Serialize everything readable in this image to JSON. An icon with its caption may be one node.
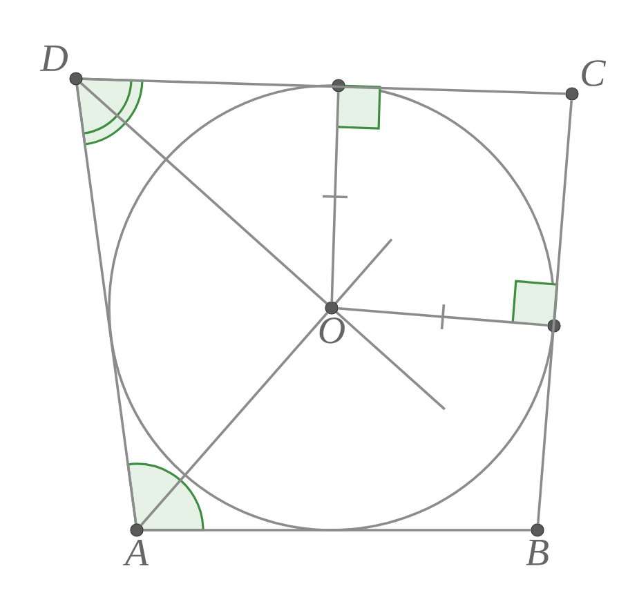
{
  "diagram": {
    "nodes": [
      {
        "text": [
          "A"
        ]
      },
      {
        "text": [
          "B"
        ]
      },
      {
        "text": [
          "C"
        ]
      },
      {
        "text": [
          "D"
        ]
      },
      {
        "text": [
          "O"
        ]
      },
      {
        "text": [],
        "shape": "circle"
      },
      {
        "text": [],
        "shape": "circle"
      }
    ],
    "edges": [
      {
        "from": 0,
        "to": 1,
        "arrow": "none"
      },
      {
        "from": 1,
        "to": 2,
        "arrow": "none"
      },
      {
        "from": 2,
        "to": 3,
        "arrow": "none"
      },
      {
        "from": 3,
        "to": 0,
        "arrow": "none"
      },
      {
        "from": 3,
        "to": 4,
        "arrow": "none"
      },
      {
        "from": 0,
        "to": 4,
        "arrow": "none"
      },
      {
        "from": 4,
        "to": 5,
        "arrow": "none"
      },
      {
        "from": 4,
        "to": 6,
        "arrow": "none"
      }
    ]
  }
}
